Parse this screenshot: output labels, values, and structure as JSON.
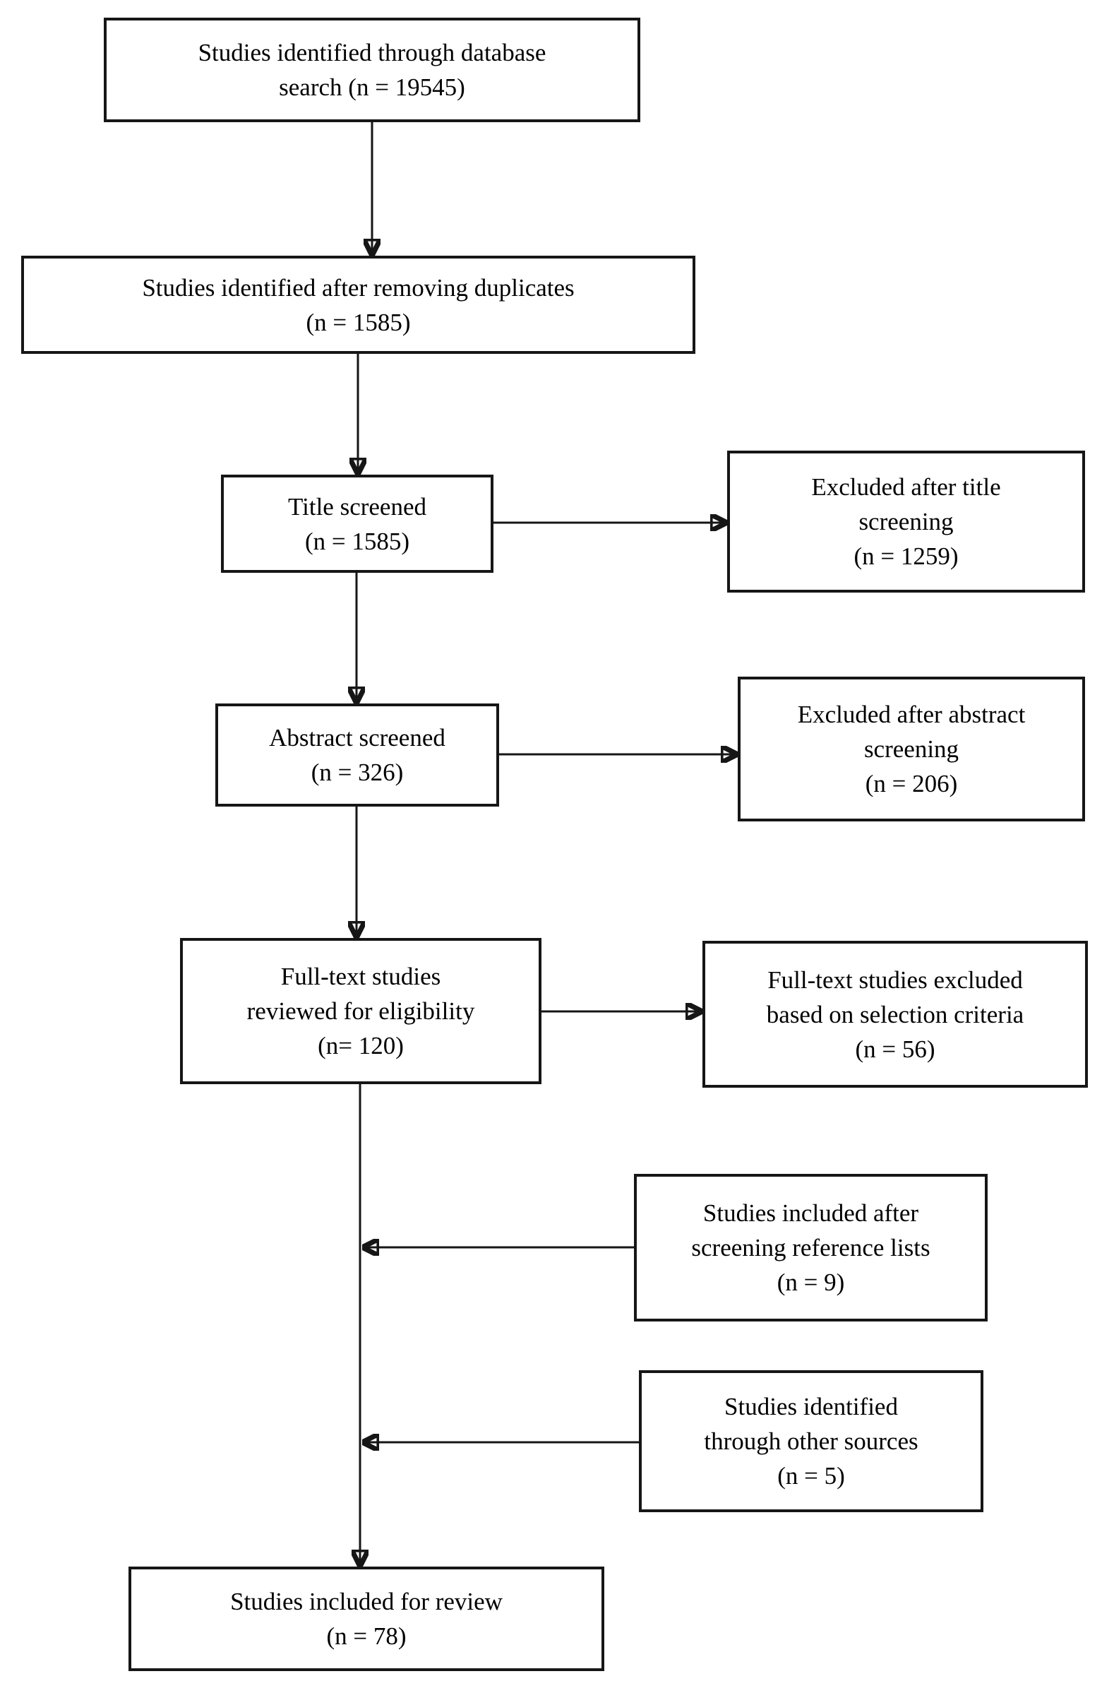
{
  "page": {
    "background_color": "#ffffff",
    "line_color": "#161616",
    "diagram_type": "study-selection-flow-diagram"
  },
  "flowchart": {
    "nodes": {
      "database_search": {
        "text": "Studies identified through database\nsearch (n = 19545)",
        "n": 19545
      },
      "removed_duplicates": {
        "text": "Studies identified after removing duplicates\n(n = 1585)",
        "n": 1585
      },
      "title_screened": {
        "text": "Title screened\n(n = 1585)",
        "n": 1585
      },
      "excluded_title": {
        "text": "Excluded after title\nscreening\n(n = 1259)",
        "n": 1259
      },
      "abstract_screened": {
        "text": "Abstract screened\n(n = 326)",
        "n": 326
      },
      "excluded_abstract": {
        "text": "Excluded after abstract\nscreening\n(n = 206)",
        "n": 206
      },
      "fulltext_reviewed": {
        "text": "Full-text studies\nreviewed for eligibility\n(n= 120)",
        "n": 120
      },
      "excluded_fulltext": {
        "text": "Full-text studies excluded\nbased on selection criteria\n(n = 56)",
        "n": 56
      },
      "reference_lists": {
        "text": "Studies included after\nscreening reference lists\n(n = 9)",
        "n": 9
      },
      "other_sources": {
        "text": "Studies identified\nthrough other sources\n(n = 5)",
        "n": 5
      },
      "included_review": {
        "text": "Studies included for review\n(n = 78)",
        "n": 78
      }
    },
    "edges": [
      {
        "from": "database_search",
        "to": "removed_duplicates",
        "direction": "down"
      },
      {
        "from": "removed_duplicates",
        "to": "title_screened",
        "direction": "down"
      },
      {
        "from": "title_screened",
        "to": "excluded_title",
        "direction": "right"
      },
      {
        "from": "title_screened",
        "to": "abstract_screened",
        "direction": "down"
      },
      {
        "from": "abstract_screened",
        "to": "excluded_abstract",
        "direction": "right"
      },
      {
        "from": "abstract_screened",
        "to": "fulltext_reviewed",
        "direction": "down"
      },
      {
        "from": "fulltext_reviewed",
        "to": "excluded_fulltext",
        "direction": "right"
      },
      {
        "from": "fulltext_reviewed",
        "to": "included_review",
        "direction": "down"
      },
      {
        "from": "reference_lists",
        "to": "included_review",
        "direction": "left-into-main-line"
      },
      {
        "from": "other_sources",
        "to": "included_review",
        "direction": "left-into-main-line"
      }
    ]
  }
}
